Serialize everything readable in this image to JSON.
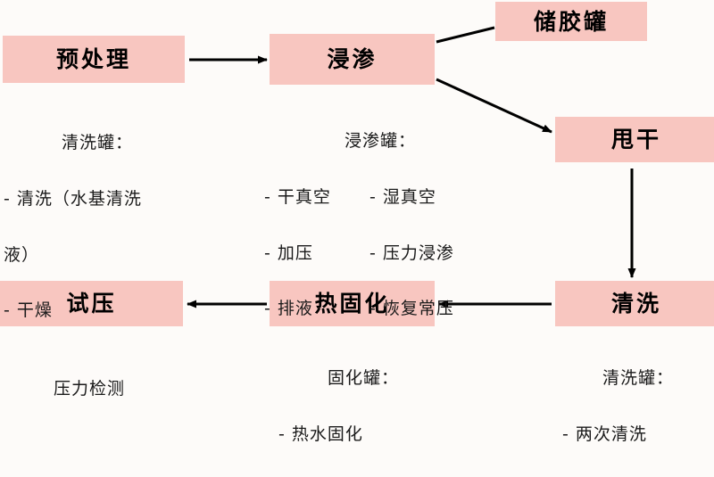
{
  "diagram": {
    "title_nodes": {
      "pretreat": "预处理",
      "impregnation": "浸渗",
      "glue_tank": "储胶罐",
      "spin_dry": "甩干",
      "clean": "清洗",
      "thermal_curing": "热固化",
      "pressure_test": "试压"
    },
    "captions": {
      "pretreat": {
        "header": "清洗罐：",
        "lines": [
          "- 清洗（水基清洗",
          "液）",
          "- 干燥"
        ]
      },
      "impregnation": {
        "header": "浸渗罐：",
        "rows": [
          [
            "- 干真空",
            "- 湿真空"
          ],
          [
            "- 加压",
            "- 压力浸渗"
          ],
          [
            "- 排液",
            "- 恢复常压"
          ]
        ]
      },
      "thermal_curing": {
        "header": "固化罐：",
        "lines": [
          "- 热水固化"
        ]
      },
      "clean": {
        "header": "清洗罐：",
        "lines": [
          "- 两次清洗"
        ]
      },
      "pressure_test": {
        "lines": [
          "压力检测"
        ]
      }
    },
    "colors": {
      "box_fill": "#f8c6c0",
      "background": "#fdfbf9",
      "text": "#000000",
      "arrow": "#000000"
    },
    "edges": [
      {
        "name": "pretreat-to-impregnation",
        "kind": "arrow",
        "direction": "right"
      },
      {
        "name": "impregnation-to-gluetank",
        "kind": "line",
        "direction": "up-right"
      },
      {
        "name": "impregnation-to-spindry",
        "kind": "arrow",
        "direction": "down-right"
      },
      {
        "name": "spindry-to-clean",
        "kind": "arrow",
        "direction": "down"
      },
      {
        "name": "clean-to-curing",
        "kind": "arrow",
        "direction": "left"
      },
      {
        "name": "curing-to-pressuretest",
        "kind": "arrow",
        "direction": "left"
      }
    ]
  }
}
